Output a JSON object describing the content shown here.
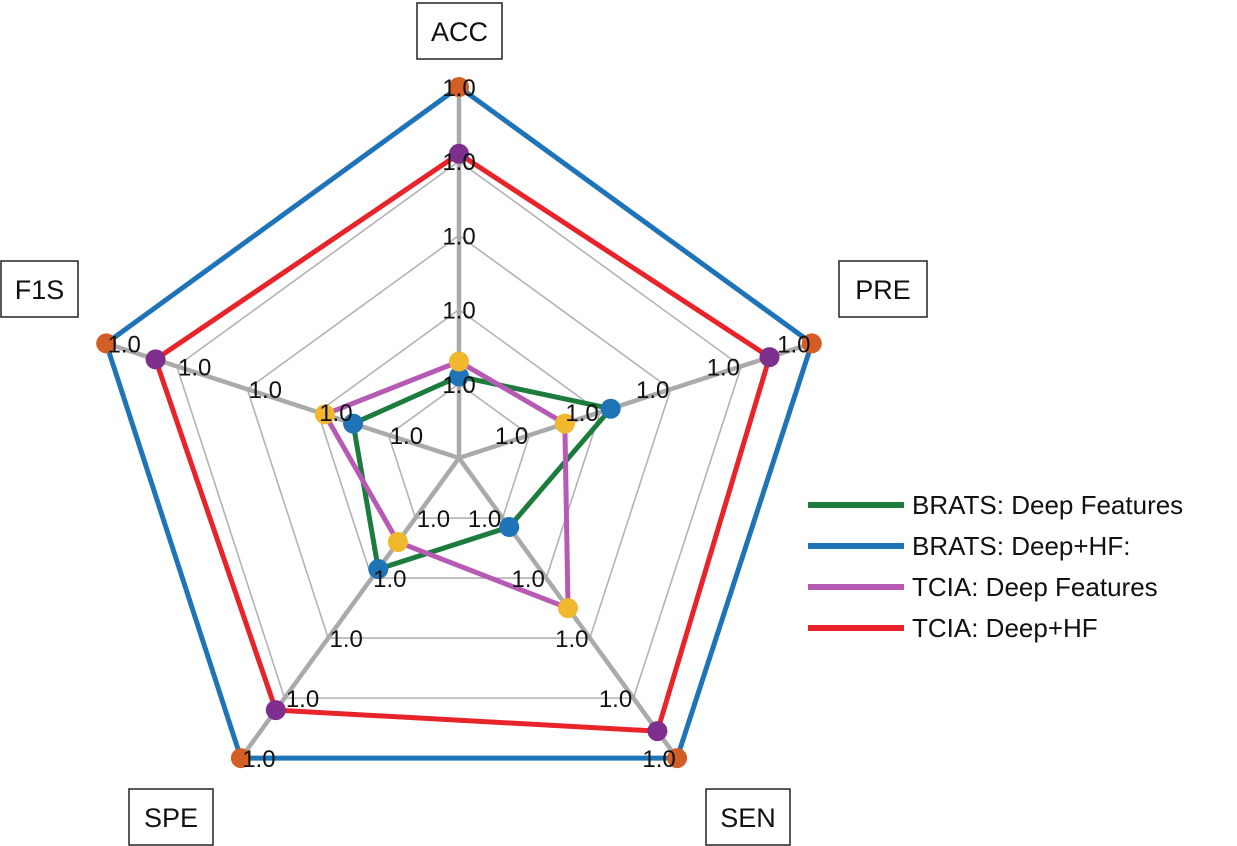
{
  "chart_data": {
    "type": "radar",
    "axes": [
      "ACC",
      "PRE",
      "SEN",
      "SPE",
      "F1S"
    ],
    "levels": 5,
    "tick_label": "1.0",
    "grid": true,
    "legend_position": "right",
    "series": [
      {
        "name": "BRATS: Deep Features",
        "color": "#1b7c3d",
        "marker_color": "#1f74b8",
        "values": [
          0.22,
          0.43,
          0.23,
          0.37,
          0.3
        ]
      },
      {
        "name": "BRATS: Deep+HF:",
        "color": "#1f74b8",
        "marker_color": "#d35f27",
        "values": [
          1.0,
          1.0,
          1.0,
          1.0,
          1.0
        ]
      },
      {
        "name": "TCIA: Deep Features",
        "color": "#b65ab4",
        "marker_color": "#f1b82d",
        "values": [
          0.26,
          0.3,
          0.5,
          0.28,
          0.38
        ]
      },
      {
        "name": "TCIA: Deep+HF",
        "color": "#e8242a",
        "marker_color": "#7e2f8e",
        "values": [
          0.82,
          0.88,
          0.91,
          0.84,
          0.86
        ]
      }
    ]
  }
}
